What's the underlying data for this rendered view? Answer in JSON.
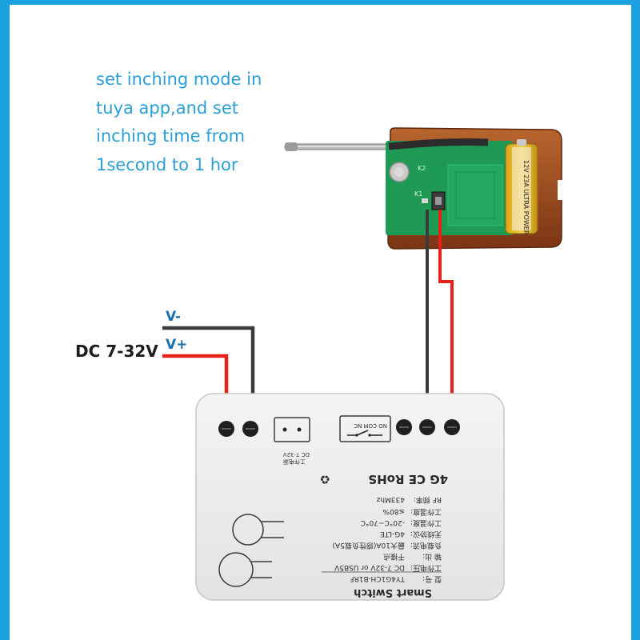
{
  "instruction": {
    "lines": [
      "set inching mode in",
      "tuya app,and set",
      "inching time from",
      "1second to 1 hor"
    ]
  },
  "wiring": {
    "v_minus": "V-",
    "v_plus": "V+",
    "supply": "DC 7-32V"
  },
  "module": {
    "product_name": "Smart Switch",
    "model": "TY4G1CH-B1RF",
    "voltage": "DC 7-32V or USB5V",
    "frequency": "433Mhz",
    "network": "4G-LTE",
    "humidity": "≤80%",
    "temperature": "-20°C~70°C",
    "load": "最大10A(感性负载5A)",
    "label_prefix": "型 号:",
    "label_voltage": "工作电压:",
    "label_output": "输  出:",
    "output_value": "干接点",
    "label_load": "负载电流:",
    "label_network": "无线协议:",
    "label_temp": "工作温度:",
    "label_humidity": "工作湿度:",
    "label_rf": "RF 频率:",
    "certs": "4G  CE  RoHS",
    "relay_labels": "NO COM NC",
    "power_label": "DC 7-32V",
    "power_label_cn": "工作电源"
  },
  "remote": {
    "battery_text": "12V 23A ULTRA POWER",
    "k1": "K1",
    "k2": "K2"
  },
  "colors": {
    "frame": "#1aa1de",
    "instruction": "#2a9fd6",
    "wire_negative": "#3a3a3a",
    "wire_positive": "#e8201a",
    "remote_shell": "#9a4a22",
    "pcb": "#1f9a55"
  }
}
